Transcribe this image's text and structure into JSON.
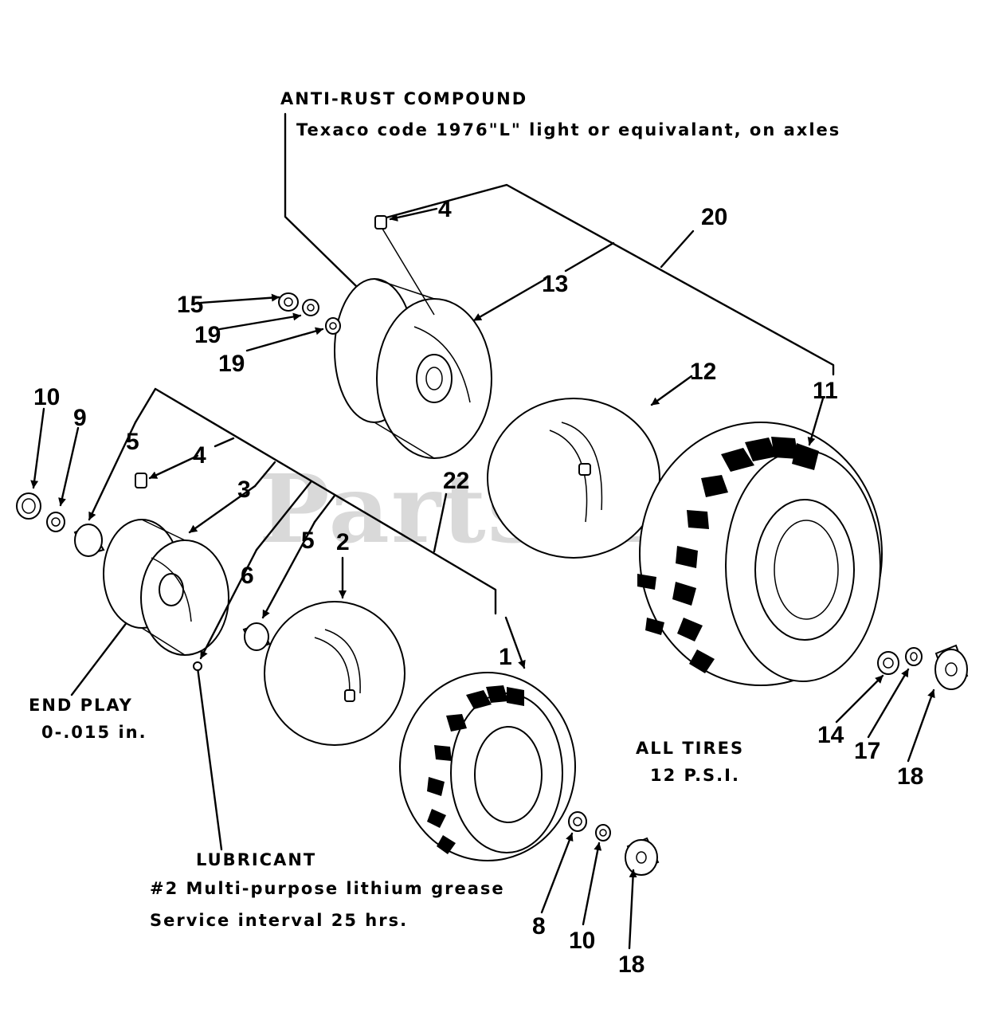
{
  "watermark": "PartsTree",
  "notes": {
    "anti_rust_title": "ANTI-RUST COMPOUND",
    "anti_rust_text": "Texaco code 1976\"L\" light or equivalant, on axles",
    "end_play_title": "END PLAY",
    "end_play_value": "0-.015 in.",
    "all_tires_title": "ALL TIRES",
    "all_tires_value": "12 P.S.I.",
    "lubricant_title": "LUBRICANT",
    "lubricant_text": "#2 Multi-purpose lithium grease",
    "lubricant_interval": "Service interval 25 hrs."
  },
  "callouts": {
    "c4_top": "4",
    "c20": "20",
    "c13": "13",
    "c15": "15",
    "c19_a": "19",
    "c19_b": "19",
    "c12": "12",
    "c11": "11",
    "c10_left": "10",
    "c9": "9",
    "c5_top": "5",
    "c4_mid": "4",
    "c3": "3",
    "c22": "22",
    "c6": "6",
    "c5_mid": "5",
    "c2": "2",
    "c1": "1",
    "c14": "14",
    "c17": "17",
    "c18_right": "18",
    "c8": "8",
    "c10_bottom": "10",
    "c18_bottom": "18"
  }
}
